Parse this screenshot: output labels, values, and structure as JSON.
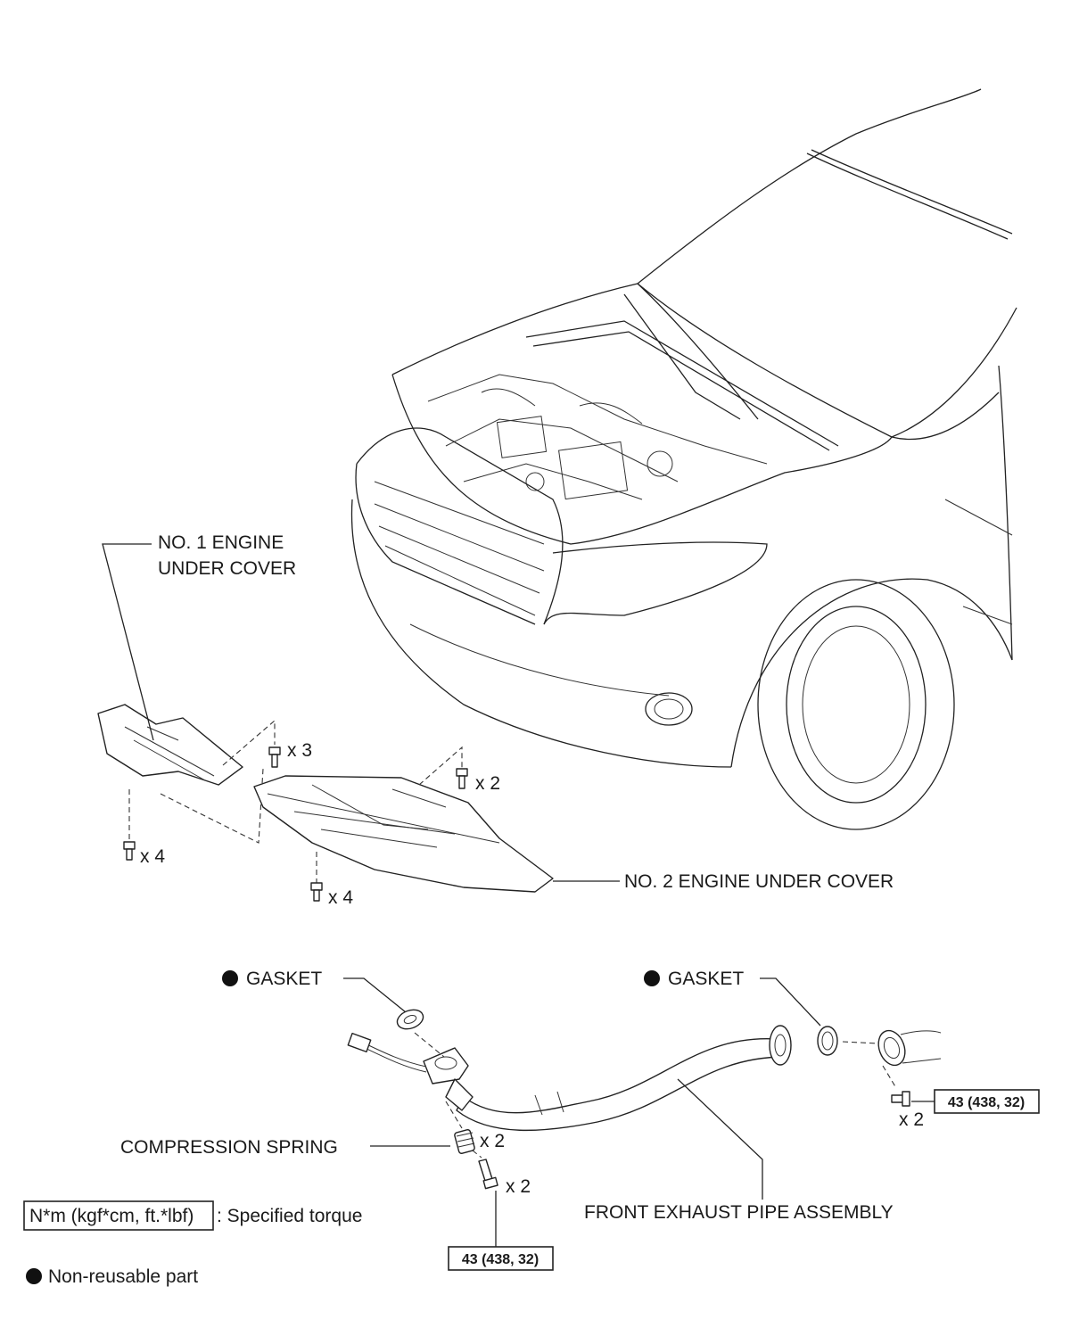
{
  "labels": {
    "no1_cover_line1": "NO. 1 ENGINE",
    "no1_cover_line2": "UNDER COVER",
    "no2_cover": "NO. 2 ENGINE UNDER COVER",
    "gasket_left": "GASKET",
    "gasket_right": "GASKET",
    "compression_spring": "COMPRESSION SPRING",
    "front_exhaust_pipe": "FRONT EXHAUST PIPE ASSEMBLY"
  },
  "quantities": {
    "no1_front_bolts": "x 4",
    "no1_rear_bolts": "x 3",
    "no2_rear_bolts": "x 2",
    "no2_front_bolts": "x 4",
    "spring_count": "x 2",
    "pipe_front_bolts": "x 2",
    "pipe_rear_bolts": "x 2"
  },
  "torque": {
    "front_bolt": "43 (438, 32)",
    "rear_bolt": "43 (438, 32)"
  },
  "legend": {
    "torque_unit": "N*m (kgf*cm, ft.*lbf)",
    "torque_desc": ": Specified torque",
    "nonreusable_desc": "Non-reusable part"
  }
}
